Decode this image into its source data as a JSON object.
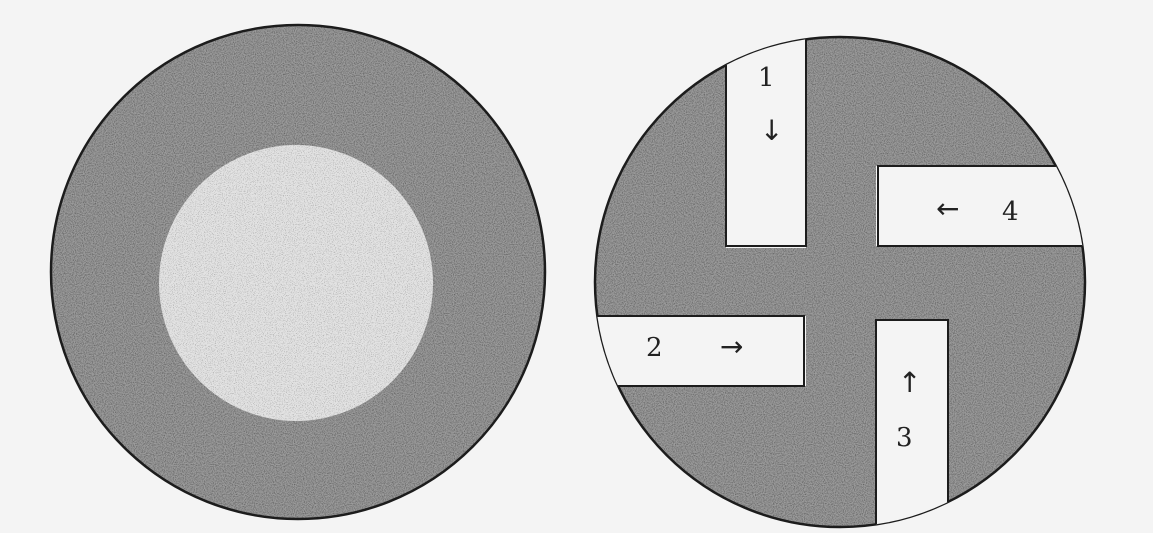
{
  "colors": {
    "paper": "#f4f4f4",
    "stipple_dark": "#3a3a3a",
    "stipple_light": "#8a8a8a",
    "outline": "#1c1c1c"
  },
  "left_figure": {
    "description_shape": "circle-with-lighter-inner-disc"
  },
  "right_figure": {
    "shape": "circle-with-pinwheel-cutouts",
    "channels": [
      {
        "label": "1",
        "arrow": "↓"
      },
      {
        "label": "2",
        "arrow": "→"
      },
      {
        "label": "3",
        "arrow": "↑"
      },
      {
        "label": "4",
        "arrow": "←"
      }
    ]
  }
}
